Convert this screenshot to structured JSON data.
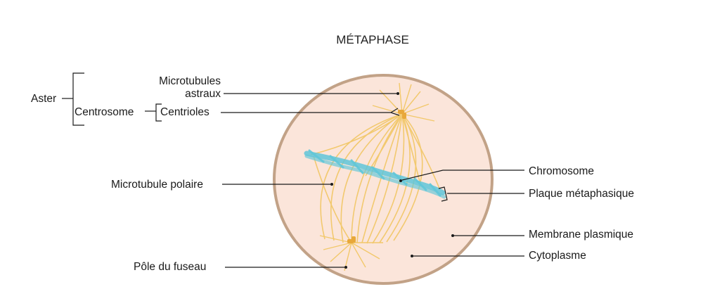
{
  "title": "MÉTAPHASE",
  "labels": {
    "aster": "Aster",
    "centrosome": "Centrosome",
    "centrioles": "Centrioles",
    "astral_line1": "Microtubules",
    "astral_line2": "astraux",
    "polar": "Microtubule polaire",
    "pole": "Pôle du fuseau",
    "chromosome": "Chromosome",
    "plate": "Plaque métaphasique",
    "membrane": "Membrane plasmique",
    "cytoplasm": "Cytoplasme"
  },
  "colors": {
    "cytoplasm_fill": "#fbe5da",
    "membrane": "#c2a287",
    "spindle": "#f2c86a",
    "centriole": "#e8a83a",
    "chromosome": "#5fc6d8",
    "leader": "#1a1a1a"
  }
}
